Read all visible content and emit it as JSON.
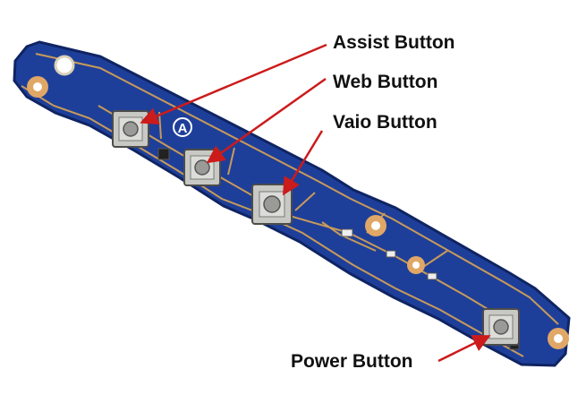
{
  "labels": {
    "assist": "Assist Button",
    "web": "Web Button",
    "vaio": "Vaio Button",
    "power": "Power Button"
  },
  "board": {
    "silkscreen_letter": "A"
  },
  "colors": {
    "pcb": "#1e3f99",
    "pcb_edge": "#0f2463",
    "trace": "#c89a5a",
    "pad": "#e0a766",
    "arrow": "#cc1b1b",
    "switch_body": "#c8c8c4",
    "switch_cap": "#9a9a96",
    "label_text": "#111111"
  }
}
